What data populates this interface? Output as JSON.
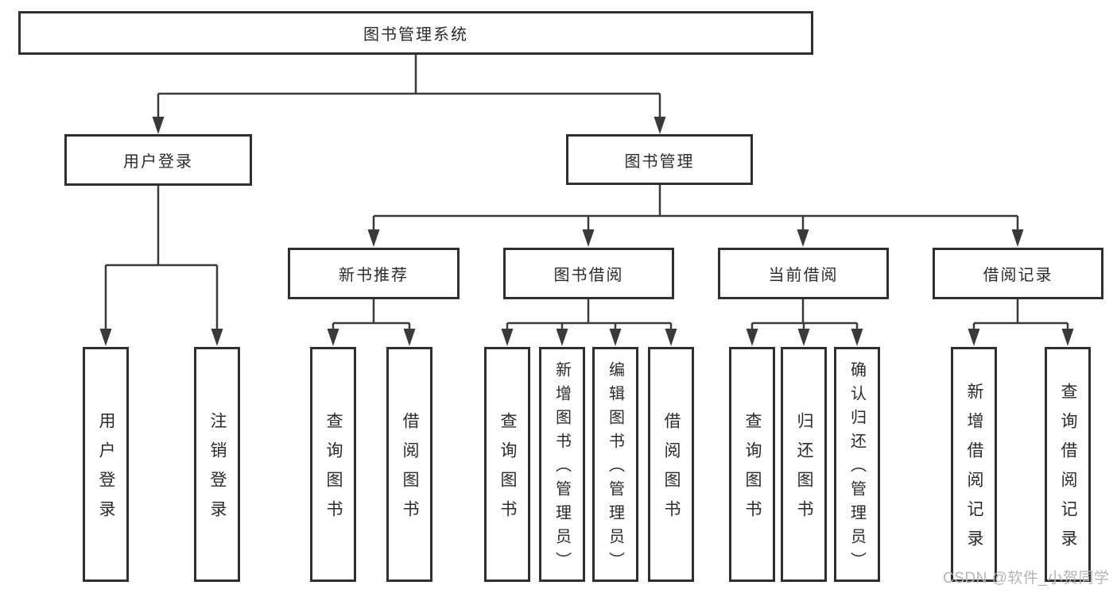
{
  "tree": {
    "root": {
      "label": "图书管理系统",
      "children": [
        {
          "label": "用户登录",
          "children": [
            {
              "label": "用户登录"
            },
            {
              "label": "注销登录"
            }
          ]
        },
        {
          "label": "图书管理",
          "children": [
            {
              "label": "新书推荐",
              "children": [
                {
                  "label": "查询图书"
                },
                {
                  "label": "借阅图书"
                }
              ]
            },
            {
              "label": "图书借阅",
              "children": [
                {
                  "label": "查询图书"
                },
                {
                  "label": "新增图书（管理员）"
                },
                {
                  "label": "编辑图书（管理员）"
                },
                {
                  "label": "借阅图书"
                }
              ]
            },
            {
              "label": "当前借阅",
              "children": [
                {
                  "label": "查询图书"
                },
                {
                  "label": "归还图书"
                },
                {
                  "label": "确认归还（管理员）"
                }
              ]
            },
            {
              "label": "借阅记录",
              "children": [
                {
                  "label": "新增借阅记录"
                },
                {
                  "label": "查询借阅记录"
                }
              ]
            }
          ]
        }
      ]
    }
  },
  "watermark": {
    "text": "CSDN @软件_小贺同学"
  },
  "colors": {
    "line": "#3a3a3a",
    "border": "#2f2f2f",
    "text": "#2b2b2b",
    "watermark": "#b5b5b5",
    "background": "#ffffff"
  }
}
